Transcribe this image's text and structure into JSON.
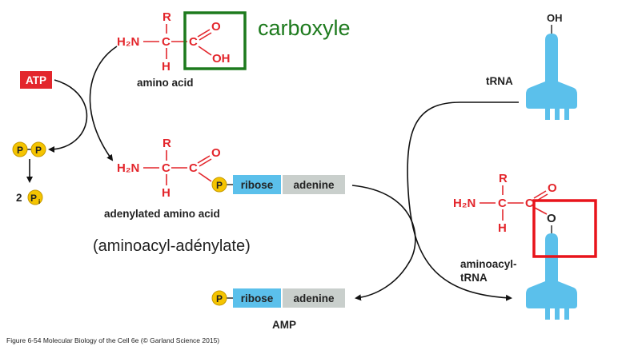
{
  "annotations": {
    "carboxyle": "carboxyle",
    "aminoacyl_adenylate": "(aminoacyl-adénylate)"
  },
  "molecules": {
    "amino_acid": {
      "label": "amino acid",
      "r": "R",
      "h2n": "H₂N",
      "h": "H",
      "c": "C",
      "o": "O",
      "oh": "OH"
    },
    "adenylated": {
      "label": "adenylated amino acid",
      "r": "R",
      "h2n": "H₂N",
      "h": "H",
      "c": "C",
      "o": "O",
      "p": "P",
      "ribose": "ribose",
      "adenine": "adenine"
    },
    "amp": {
      "label": "AMP",
      "p": "P",
      "ribose": "ribose",
      "adenine": "adenine"
    },
    "trna": {
      "label": "tRNA",
      "oh": "OH"
    },
    "aminoacyl_trna": {
      "label_line1": "aminoacyl-",
      "label_line2": "tRNA",
      "r": "R",
      "h2n": "H₂N",
      "h": "H",
      "c": "C",
      "o": "O"
    }
  },
  "reactants": {
    "atp": "ATP",
    "p": "P",
    "two_pi_coef": "2",
    "pi": "P",
    "pi_sub": "i"
  },
  "caption": "Figure 6-54  Molecular Biology of the Cell 6e (© Garland Science 2015)",
  "colors": {
    "chem_red": "#e3262c",
    "highlight_green": "#1d7a1d",
    "highlight_red": "#e8141b",
    "trna_blue": "#5bc0eb",
    "ribose_blue": "#5bc0eb",
    "adenine_gray": "#c9cfcc",
    "phosphate_yellow": "#f5c400",
    "atp_red": "#e3262c"
  }
}
